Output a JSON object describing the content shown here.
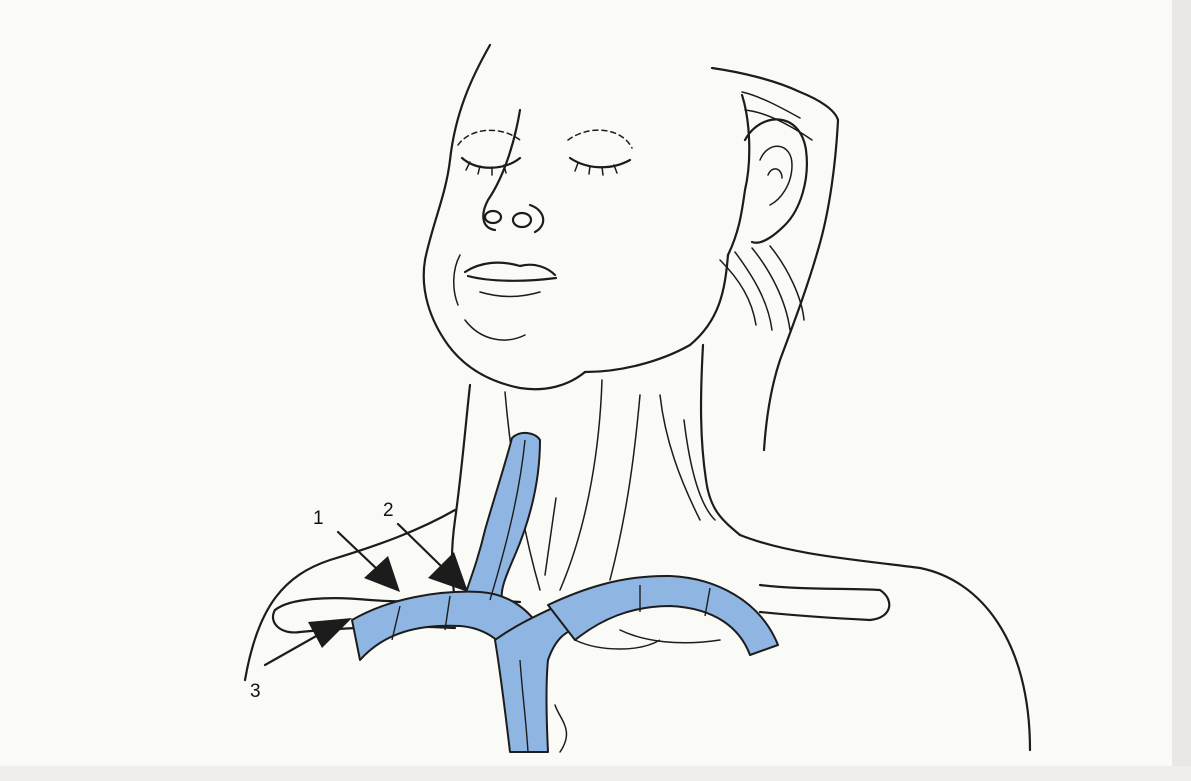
{
  "colors": {
    "vein": "#8fb5e3",
    "ink": "#1c1c1c",
    "background": "#fafaf7"
  },
  "labels": [
    {
      "id": "1",
      "text": "1"
    },
    {
      "id": "2",
      "text": "2"
    },
    {
      "id": "3",
      "text": "3"
    }
  ]
}
